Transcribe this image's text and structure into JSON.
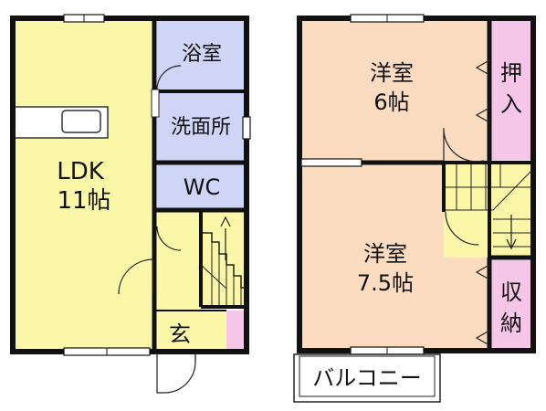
{
  "floor1": {
    "ldk": {
      "line1": "LDK",
      "line2": "11帖"
    },
    "bathroom": "浴室",
    "washroom": "洗面所",
    "wc": "WC",
    "entrance": "玄"
  },
  "floor2": {
    "western_room_1": {
      "line1": "洋室",
      "line2": "6帖"
    },
    "closet_oshiire": {
      "line1": "押",
      "line2": "入"
    },
    "western_room_2": {
      "line1": "洋室",
      "line2": "7.5帖"
    },
    "closet_shuno": {
      "line1": "収",
      "line2": "納"
    },
    "balcony": "バルコニー"
  },
  "colors": {
    "ldk": "#fbf7a8",
    "entrance": "#fbf7a8",
    "wet_rooms": "#cfd5f4",
    "western_rooms": "#fbdcc0",
    "closets": "#f6c6e8",
    "stairs": "#fbf7a8",
    "walls": "#111111"
  }
}
